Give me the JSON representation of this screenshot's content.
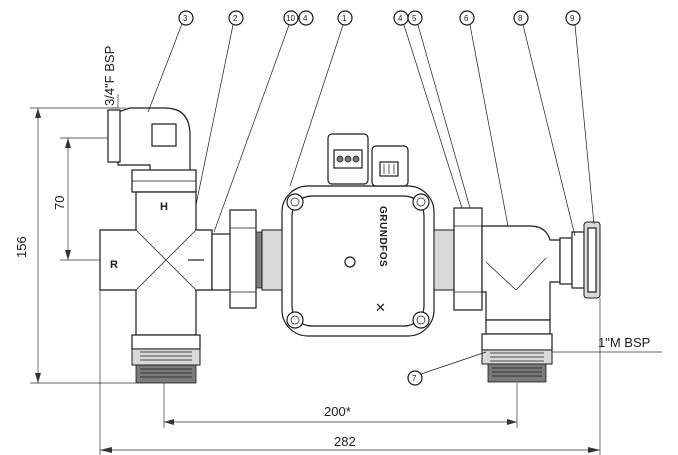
{
  "dimensions": {
    "height_total": "156",
    "height_inner": "70",
    "width_ports": "200*",
    "width_total": "282"
  },
  "connections": {
    "top_port": "3/4\"F BSP",
    "bottom_port": "1\"M BSP"
  },
  "part_letters": {
    "hot": "H",
    "return": "R"
  },
  "brand": "GRUNDFOS",
  "callouts": [
    "1",
    "2",
    "3",
    "4",
    "4",
    "5",
    "6",
    "7",
    "8",
    "9",
    "10"
  ]
}
